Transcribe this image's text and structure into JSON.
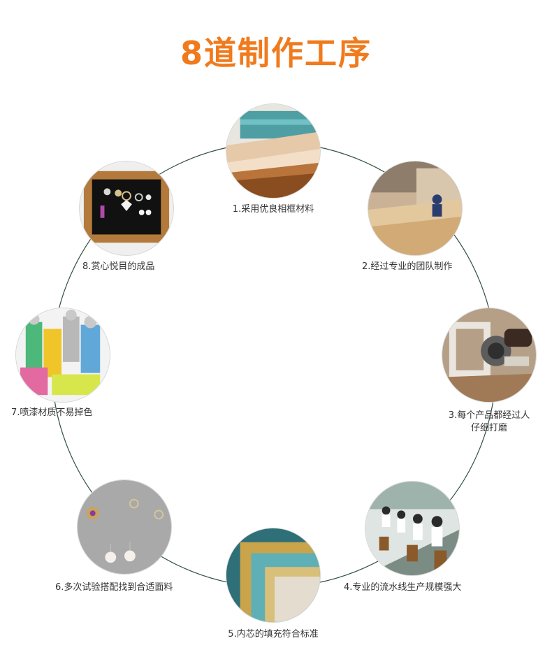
{
  "title": {
    "text": "8道制作工序",
    "color": "#f07a1c"
  },
  "ring_color": "#2f4f3f",
  "steps": [
    {
      "label": "1.采用优良相框材料",
      "icon": "frame-material-photo"
    },
    {
      "label": "2.经过专业的团队制作",
      "icon": "workshop-photo"
    },
    {
      "label_line1": "3.每个产品都经过人",
      "label_line2": "仔细打磨",
      "icon": "grinding-photo"
    },
    {
      "label": "4.专业的流水线生产规模强大",
      "icon": "assembly-line-photo"
    },
    {
      "label": "5.内芯的填充符合标准",
      "icon": "frame-corner-photo"
    },
    {
      "label": "6.多次试验搭配找到合适面料",
      "icon": "jewelry-fabric-photo"
    },
    {
      "label": "7.喷漆材质不易掉色",
      "icon": "spray-cans-photo"
    },
    {
      "label": "8.赏心悦目的成品",
      "icon": "finished-jewelry-box-photo"
    }
  ]
}
